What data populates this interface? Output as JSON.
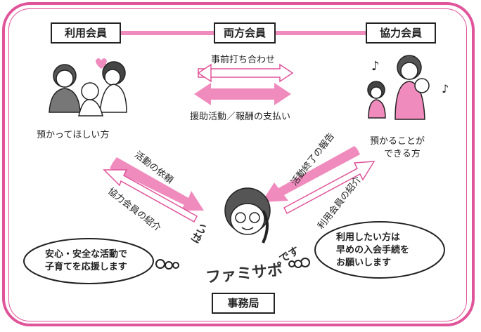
{
  "roles": {
    "user": "利用会員",
    "both": "両方会員",
    "provider": "協力会員",
    "office": "事務局"
  },
  "top_arrows": {
    "meeting": "事前打ち合わせ",
    "payment": "援助活動／報酬の支払い"
  },
  "captions": {
    "user": "預かってほしい方",
    "provider_line1": "預かることが",
    "provider_line2": "できる方"
  },
  "diagonal_labels": {
    "request": "活動の依頼",
    "introduce_provider": "協力会員の紹介",
    "report": "活動終了の報告",
    "introduce_user": "利用会員の紹介"
  },
  "bubbles": {
    "left_line1": "安心・安全な活動で",
    "left_line2": "子育てを応援します",
    "right_line1": "利用したい方は",
    "right_line2": "早めの入会手続を",
    "right_line3": "お願いします"
  },
  "catchphrase": {
    "part1": "はい",
    "part2": "ファミサポ",
    "part3": "です"
  },
  "colors": {
    "accent": "#e0549a",
    "arrow_pink": "#f08bbd",
    "ink": "#222222"
  }
}
